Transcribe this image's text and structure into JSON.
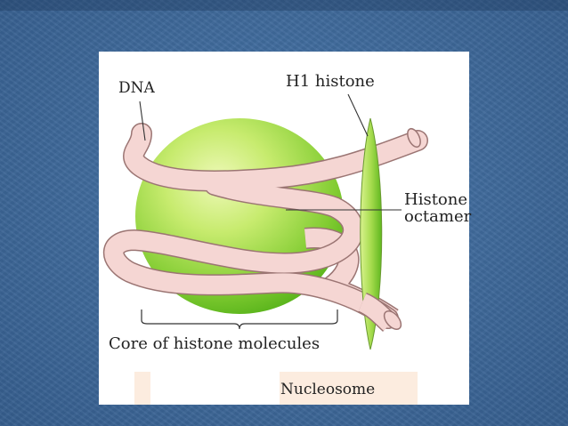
{
  "slide": {
    "background_color": "#3f6a9c"
  },
  "figure": {
    "labels": {
      "dna": "DNA",
      "h1_histone": "H1 histone",
      "histone_octamer_line1": "Histone",
      "histone_octamer_line2": "octamer",
      "core": "Core of histone molecules"
    },
    "caption": "Nucleosome",
    "colors": {
      "octamer_light": "#e6f6a6",
      "octamer_dark": "#57b81c",
      "dna_fill": "#f5d6d3",
      "dna_stroke": "#9b7573",
      "h1_light": "#d6f08a",
      "h1_dark": "#6cc228",
      "caption_highlight": "#fcecdf"
    }
  }
}
